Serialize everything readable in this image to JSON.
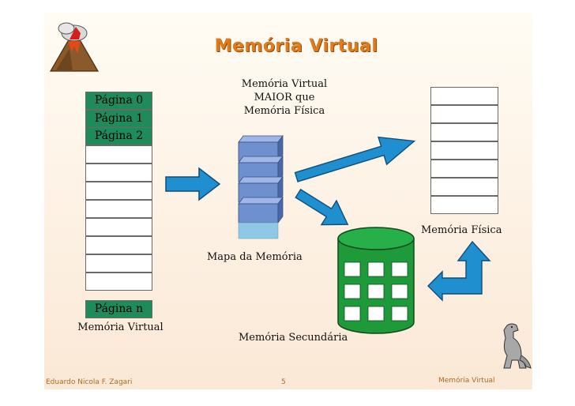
{
  "title": "Memória Virtual",
  "caption_top": [
    "Memória Virtual",
    "MAIOR que",
    "Memória Física"
  ],
  "virtual_memory": {
    "pages": [
      "Página 0",
      "Página 1",
      "Página 2"
    ],
    "last_page": "Página n",
    "label": "Memória Virtual"
  },
  "memory_map_label": "Mapa da Memória",
  "physical_memory_label": "Memória Física",
  "secondary_memory_label": "Memória Secundária",
  "footer": {
    "author": "Eduardo Nicola F. Zagari",
    "page_number": "5",
    "topic": "Memória Virtual"
  },
  "colors": {
    "title": "#e07b1c",
    "page_green": "#1f8a5a",
    "disk_green": "#1f9a3a",
    "arrow_blue": "#1f8fd0",
    "stack_blue": "#6f90cf"
  },
  "icons": [
    "volcano-icon",
    "dinosaur-icon"
  ]
}
